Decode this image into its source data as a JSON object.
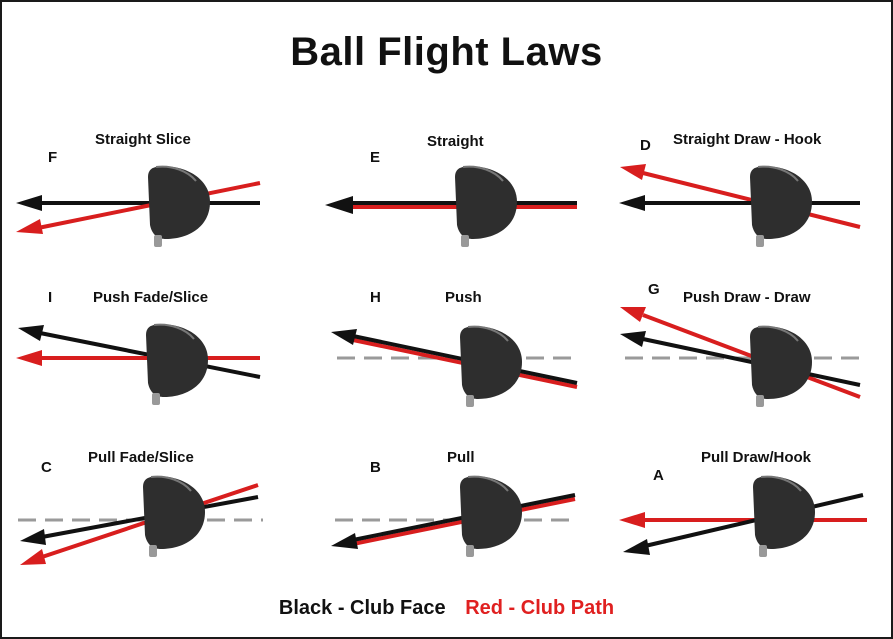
{
  "title": "Ball Flight Laws",
  "colors": {
    "club_face": "#111111",
    "club_path": "#d81e1e",
    "target_line": "#9a9a9a"
  },
  "panels": [
    {
      "letter": "F",
      "label": "Straight Slice",
      "target_line": false
    },
    {
      "letter": "E",
      "label": "Straight",
      "target_line": false
    },
    {
      "letter": "D",
      "label": "Straight Draw - Hook",
      "target_line": false
    },
    {
      "letter": "I",
      "label": "Push Fade/Slice",
      "target_line": false
    },
    {
      "letter": "H",
      "label": "Push",
      "target_line": true
    },
    {
      "letter": "G",
      "label": "Push Draw - Draw",
      "target_line": true
    },
    {
      "letter": "C",
      "label": "Pull Fade/Slice",
      "target_line": true
    },
    {
      "letter": "B",
      "label": "Pull",
      "target_line": true
    },
    {
      "letter": "A",
      "label": "Pull Draw/Hook",
      "target_line": false
    }
  ],
  "legend": {
    "face": "Black - Club Face",
    "path": "Red - Club Path"
  }
}
